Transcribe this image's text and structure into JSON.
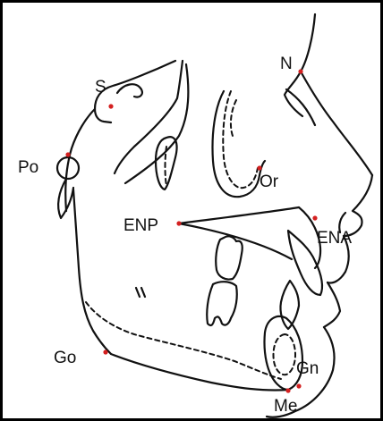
{
  "landmarks": {
    "N": {
      "label": "N"
    },
    "S": {
      "label": "S"
    },
    "Po": {
      "label": "Po"
    },
    "Or": {
      "label": "Or"
    },
    "ENP": {
      "label": "ENP"
    },
    "ENA": {
      "label": "ENA"
    },
    "Go": {
      "label": "Go"
    },
    "Gn": {
      "label": "Gn"
    },
    "Me": {
      "label": "Me"
    }
  },
  "colors": {
    "outline": "#111111",
    "point": "#d42020",
    "border": "#000000",
    "background": "#ffffff"
  }
}
